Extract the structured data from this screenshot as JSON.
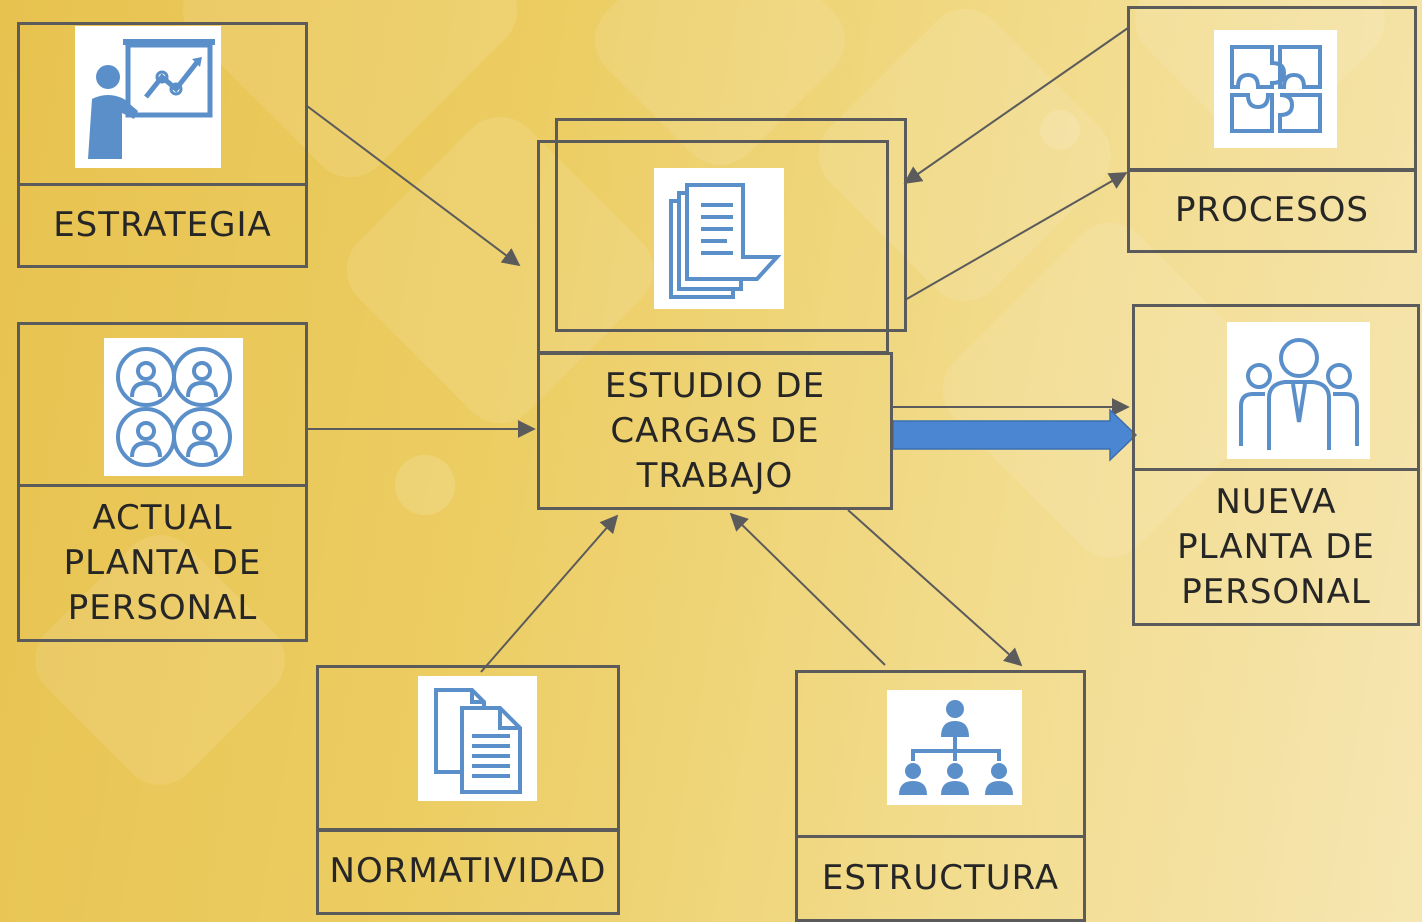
{
  "nodes": {
    "estrategia": {
      "label": "ESTRATEGIA",
      "icon": "presenter-chart-icon"
    },
    "actual_planta": {
      "label": "ACTUAL\nPLANTA DE\nPERSONAL",
      "icon": "people-group-icon"
    },
    "estudio": {
      "label": "ESTUDIO DE\nCARGAS DE\nTRABAJO",
      "icon": "documents-icon"
    },
    "procesos": {
      "label": "PROCESOS",
      "icon": "puzzle-icon"
    },
    "nueva_planta": {
      "label": "NUEVA\nPLANTA DE\nPERSONAL",
      "icon": "team-people-icon"
    },
    "normatividad": {
      "label": "NORMATIVIDAD",
      "icon": "copy-documents-icon"
    },
    "estructura": {
      "label": "ESTRUCTURA",
      "icon": "org-chart-icon"
    }
  },
  "colors": {
    "border": "#5b5b5b",
    "icon": "#5b8fc9",
    "big_arrow": "#4a86d1",
    "text": "#262626"
  }
}
